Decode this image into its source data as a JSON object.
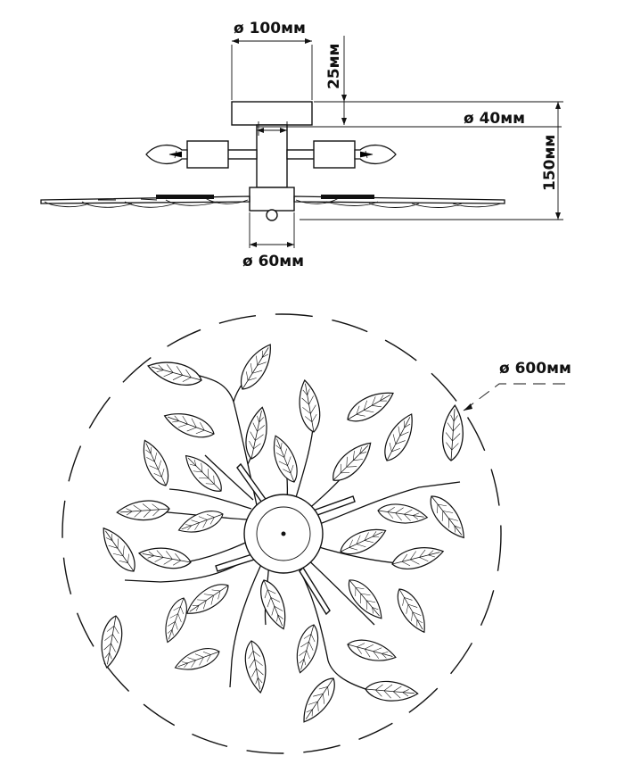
{
  "side_view": {
    "canopy_diameter": "ø 100мм",
    "canopy_height": "25мм",
    "stem_diameter": "ø 40мм",
    "total_height": "150мм",
    "hub_diameter": "ø 60мм"
  },
  "top_view": {
    "overall_diameter": "ø 600мм"
  }
}
